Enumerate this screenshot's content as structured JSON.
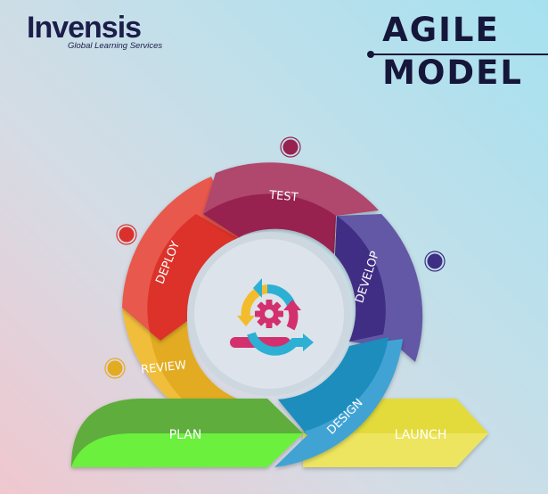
{
  "brand": {
    "name": "Invensis",
    "tagline": "Global Learning Services",
    "color": "#1b1d4a",
    "accent": "#e2242b"
  },
  "title": {
    "line1": "AGILE",
    "line2": "MODEL",
    "color": "#15163a"
  },
  "center_icon": "agile-cycle-gear-icon",
  "phases": [
    {
      "label": "TEST",
      "color_outer": "#b0466c",
      "color_inner": "#97214f"
    },
    {
      "label": "DEVELOP",
      "color_outer": "#6458a6",
      "color_inner": "#3f2f84"
    },
    {
      "label": "DESIGN",
      "color_outer": "#3fa3d4",
      "color_inner": "#1e8dbc"
    },
    {
      "label": "REVIEW",
      "color_outer": "#f1be3b",
      "color_inner": "#e2ab20"
    },
    {
      "label": "DEPLOY",
      "color_outer": "#e8594d",
      "color_inner": "#dc302c"
    }
  ],
  "start": {
    "label": "PLAN",
    "color_top": "#5ead3c",
    "color_bottom": "#6bf03c"
  },
  "end": {
    "label": "LAUNCH",
    "color_top": "#e3db3a",
    "color_bottom": "#ede45e"
  },
  "markers": [
    {
      "color": "#97214f"
    },
    {
      "color": "#3f2f84"
    },
    {
      "color": "#dc302c"
    },
    {
      "color": "#e2ab20"
    }
  ]
}
